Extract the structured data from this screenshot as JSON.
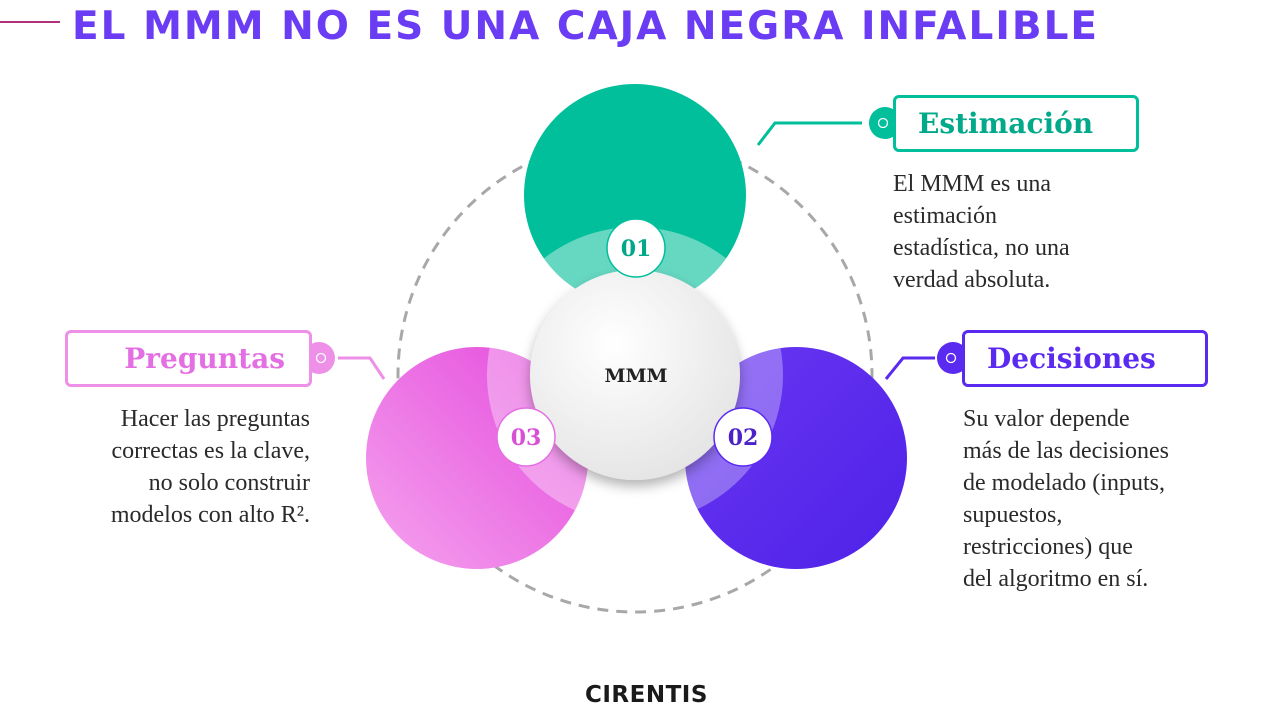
{
  "title": "EL MMM NO ES UNA CAJA NEGRA INFALIBLE",
  "center_label": "MMM",
  "items": [
    {
      "number": "01",
      "label": "Estimación",
      "color": "#00bf9a",
      "lines": [
        "El MMM es una",
        "estimación",
        "estadística, no una",
        "verdad absoluta."
      ]
    },
    {
      "number": "02",
      "label": "Decisiones",
      "color": "#5b2af0",
      "lines": [
        "Su valor depende",
        "más de las decisiones",
        "de modelado (inputs,",
        "supuestos,",
        "restricciones) que",
        "del algoritmo en sí."
      ]
    },
    {
      "number": "03",
      "label": "Preguntas",
      "color": "#e46fe3",
      "lines": [
        "Hacer las preguntas",
        "correctas es la clave,",
        "no solo construir",
        "modelos con alto R²."
      ]
    }
  ],
  "logo": "CIRENTIS"
}
